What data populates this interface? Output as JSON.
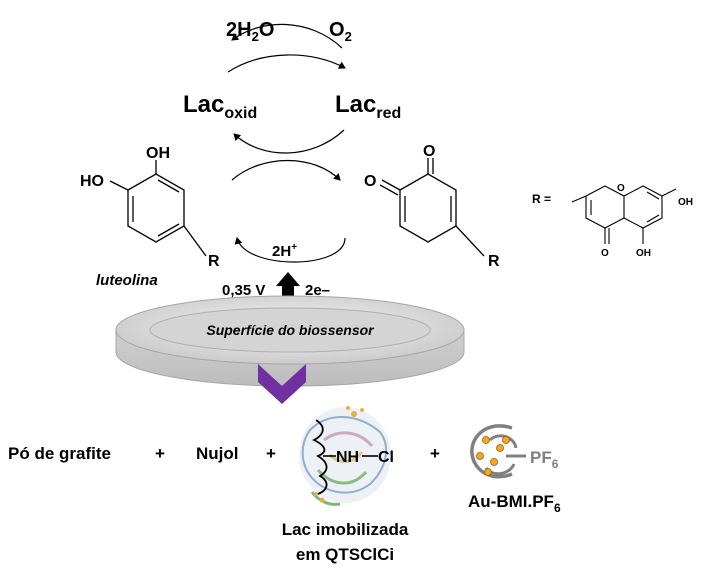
{
  "cycle": {
    "top_left": {
      "main": "2H",
      "sub": "2",
      "tail": "O"
    },
    "top_right": {
      "main": "O",
      "sub": "2"
    },
    "lac_oxid": {
      "main": "Lac",
      "sub": "oxid"
    },
    "lac_red": {
      "main": "Lac",
      "sub": "red"
    },
    "proton": {
      "main": "2H",
      "sup": "+"
    },
    "potential": "0,35 V",
    "electrons": "2e–"
  },
  "luteolin": {
    "oh_top": "OH",
    "ho_left": "HO",
    "r": "R",
    "name": "luteolina"
  },
  "quinone": {
    "o_top": "O",
    "o_left": "O",
    "r": "R"
  },
  "r_group": {
    "label": "R =",
    "o_ring": "O",
    "oh_right": "OH",
    "o_bottom": "O",
    "oh_bottom": "OH"
  },
  "electrode_label": "Superfície do biossensor",
  "composition": {
    "item1": "Pó de grafite",
    "plus1": "+",
    "item2": "Nujol",
    "plus2": "+",
    "nh": "NH",
    "cl": "Cl",
    "plus3": "+",
    "pf6": {
      "main": "PF",
      "sub": "6"
    },
    "lac_line1": "Lac imobilizada",
    "lac_line2": "em QTSClCi",
    "au": {
      "main": "Au-BMI.PF",
      "sub": "6"
    }
  },
  "colors": {
    "arrow_purple": "#7030a0",
    "disc_fill": "#d9d9d9",
    "disc_inner": "#bfbfbf",
    "particle_orange": "#f5a623",
    "swirl_gray": "#808080"
  }
}
